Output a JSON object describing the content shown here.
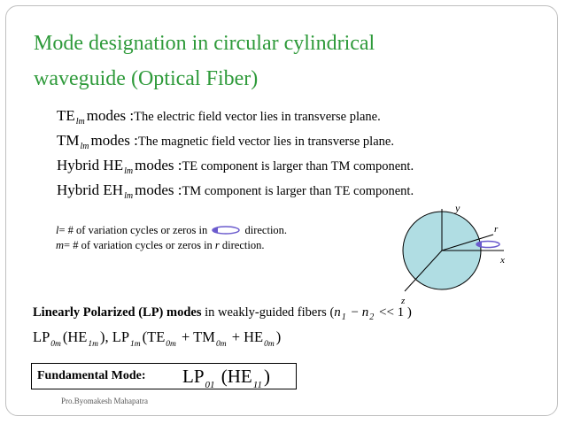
{
  "title_line1": "Mode designation in circular cylindrical",
  "title_line2": "waveguide (Optical Fiber)",
  "modes": [
    {
      "prefix": "",
      "sym": "TE",
      "sub": "lm",
      "word": "modes :",
      "desc": "The electric field vector lies in transverse plane."
    },
    {
      "prefix": "",
      "sym": "TM",
      "sub": "lm",
      "word": "modes :",
      "desc": "The magnetic field vector lies in transverse plane."
    },
    {
      "prefix": "Hybrid ",
      "sym": "HE",
      "sub": "lm",
      "word": "modes :",
      "desc": "TE component is larger than TM component."
    },
    {
      "prefix": "Hybrid ",
      "sym": "EH",
      "sub": "lm",
      "word": "modes :",
      "desc": "TM component is larger than TE component."
    }
  ],
  "defs": {
    "l_var": "l",
    "l_text_a": "= # of variation cycles or zeros in",
    "l_text_b": "direction.",
    "m_var": "m",
    "m_text_a": "= # of variation cycles or zeros in",
    "m_r": "r",
    "m_text_b": "direction."
  },
  "diagram": {
    "axis_y": "y",
    "axis_x": "x",
    "axis_z": "z",
    "radius_label": "r"
  },
  "lp": {
    "bold": "Linearly Polarized (LP) modes",
    "rest": " in weakly-guided fibers (",
    "n1": "n",
    "n1_sub": "1",
    "minus": "−",
    "n2": "n",
    "n2_sub": "2",
    "ll": "<< 1",
    "close": ")"
  },
  "lp_eq": {
    "a1": "LP",
    "a1s": "0m",
    "a2": "(HE",
    "a2s": "1m",
    "a3": "), LP",
    "a3s": "1m",
    "a4": "(TE",
    "a4s": "0m",
    "a5": "+ TM",
    "a5s": "0m",
    "a6": "+ HE",
    "a6s": "0m",
    "a7": ")"
  },
  "fundamental": {
    "label": "Fundamental Mode:",
    "lp": "LP",
    "lp_sub": "01",
    "he": "(HE",
    "he_sub": "11",
    "close": ")"
  },
  "footer": "Pro.Byomakesh Mahapatra",
  "colors": {
    "title": "#2e9a3a",
    "fiber_fill": "#b0dde3",
    "rotation_arrow": "#6a5acd"
  }
}
